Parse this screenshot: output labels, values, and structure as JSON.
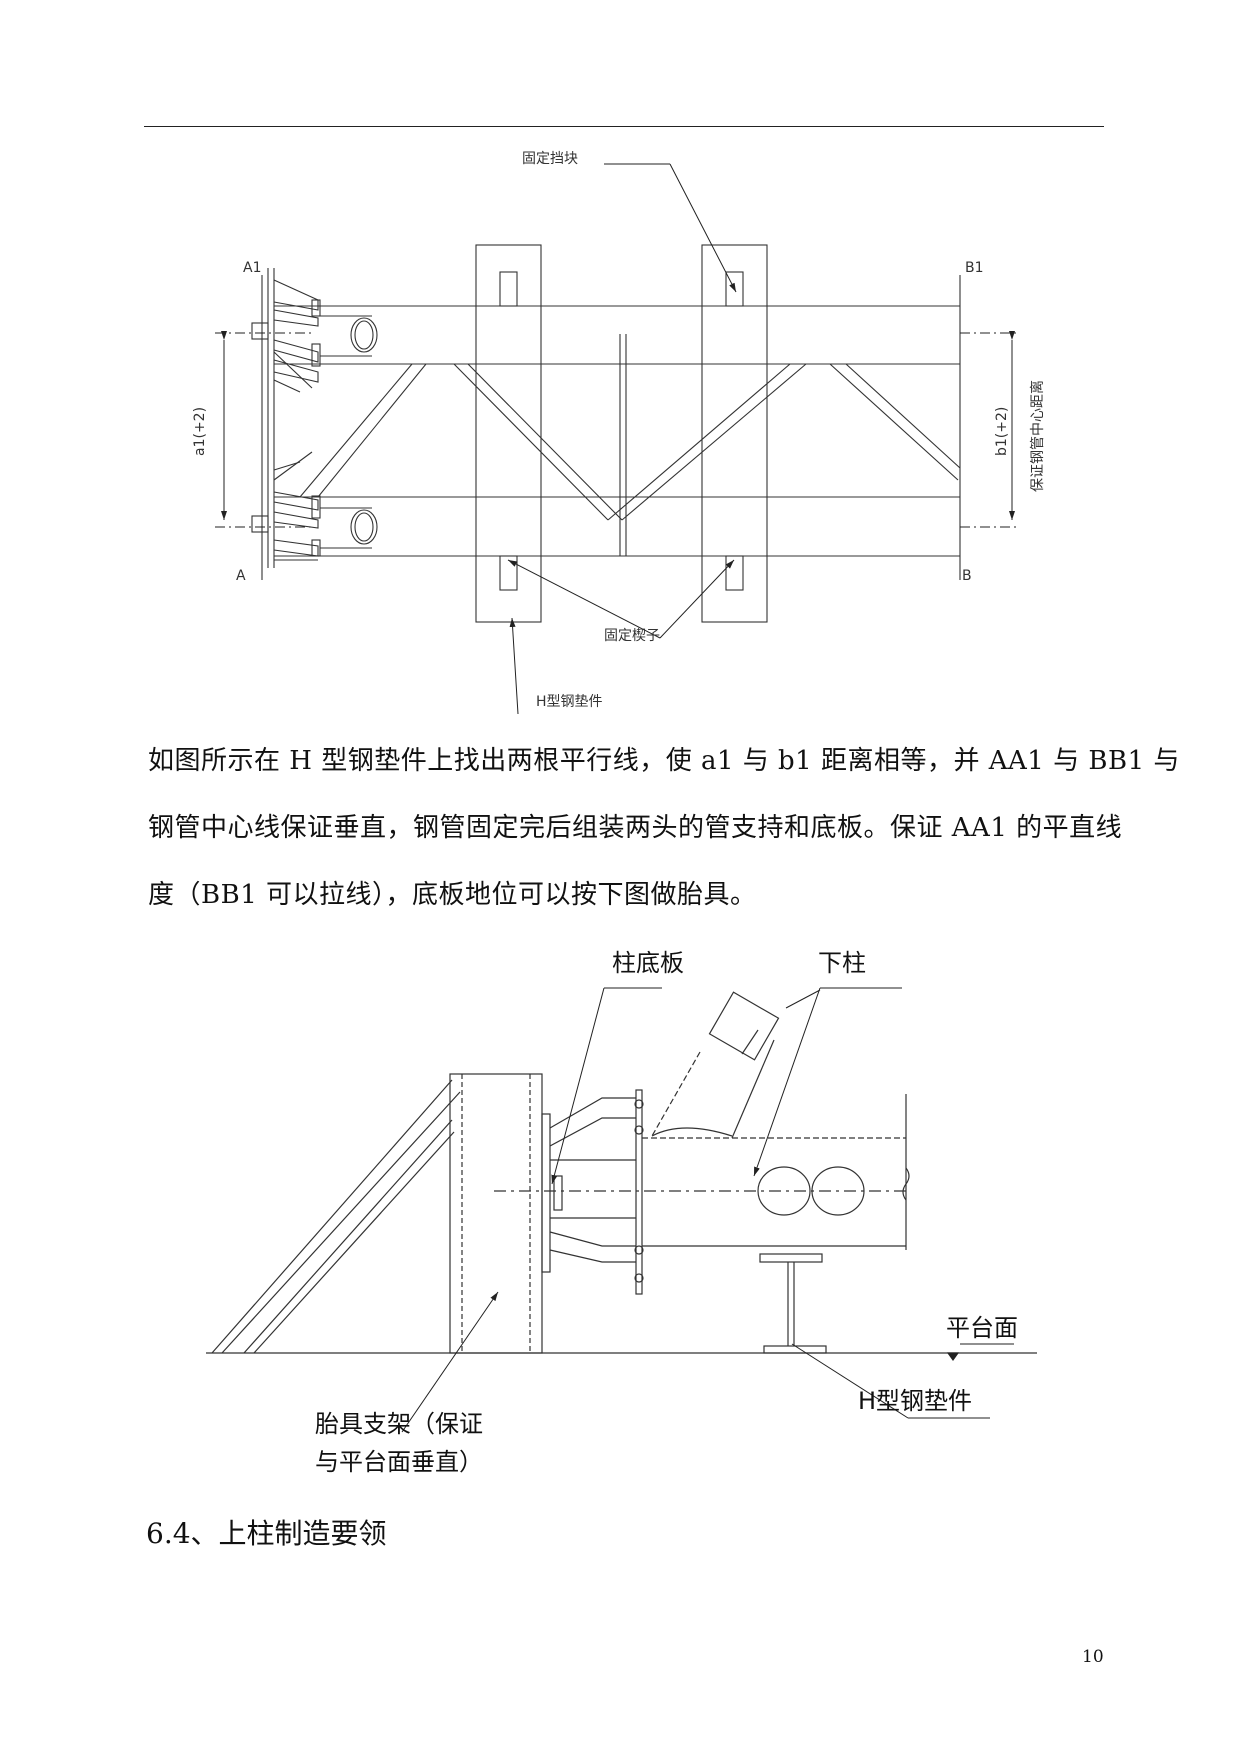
{
  "figure_top": {
    "labels": {
      "fixed_stop": "固定挡块",
      "fixed_wedge": "固定楔子",
      "h_steel_pad": "H型钢垫件",
      "left_dimension": "a1(+2)",
      "right_dimension": "b1(+2)",
      "right_note": "保证钢管中心距离",
      "corner_a1": "A1",
      "corner_b1": "B1",
      "corner_a": "A",
      "corner_b": "B"
    }
  },
  "body": {
    "lines": [
      "如图所示在 H 型钢垫件上找出两根平行线，使 a1 与 b1 距离相等，并 AA1 与 BB1 与",
      "钢管中心线保证垂直，钢管固定完后组装两头的管支持和底板。保证 AA1 的平直线",
      "度（BB1 可以拉线），底板地位可以按下图做胎具。"
    ]
  },
  "figure_bottom": {
    "labels": {
      "base_plate": "柱底板",
      "lower_column": "下柱",
      "platform": "平台面",
      "h_steel_pad": "H型钢垫件",
      "support_line1": "胎具支架（保证",
      "support_line2": "与平台面垂直）"
    }
  },
  "section": {
    "heading": "6.4、上柱制造要领"
  },
  "page": {
    "number": "10"
  }
}
